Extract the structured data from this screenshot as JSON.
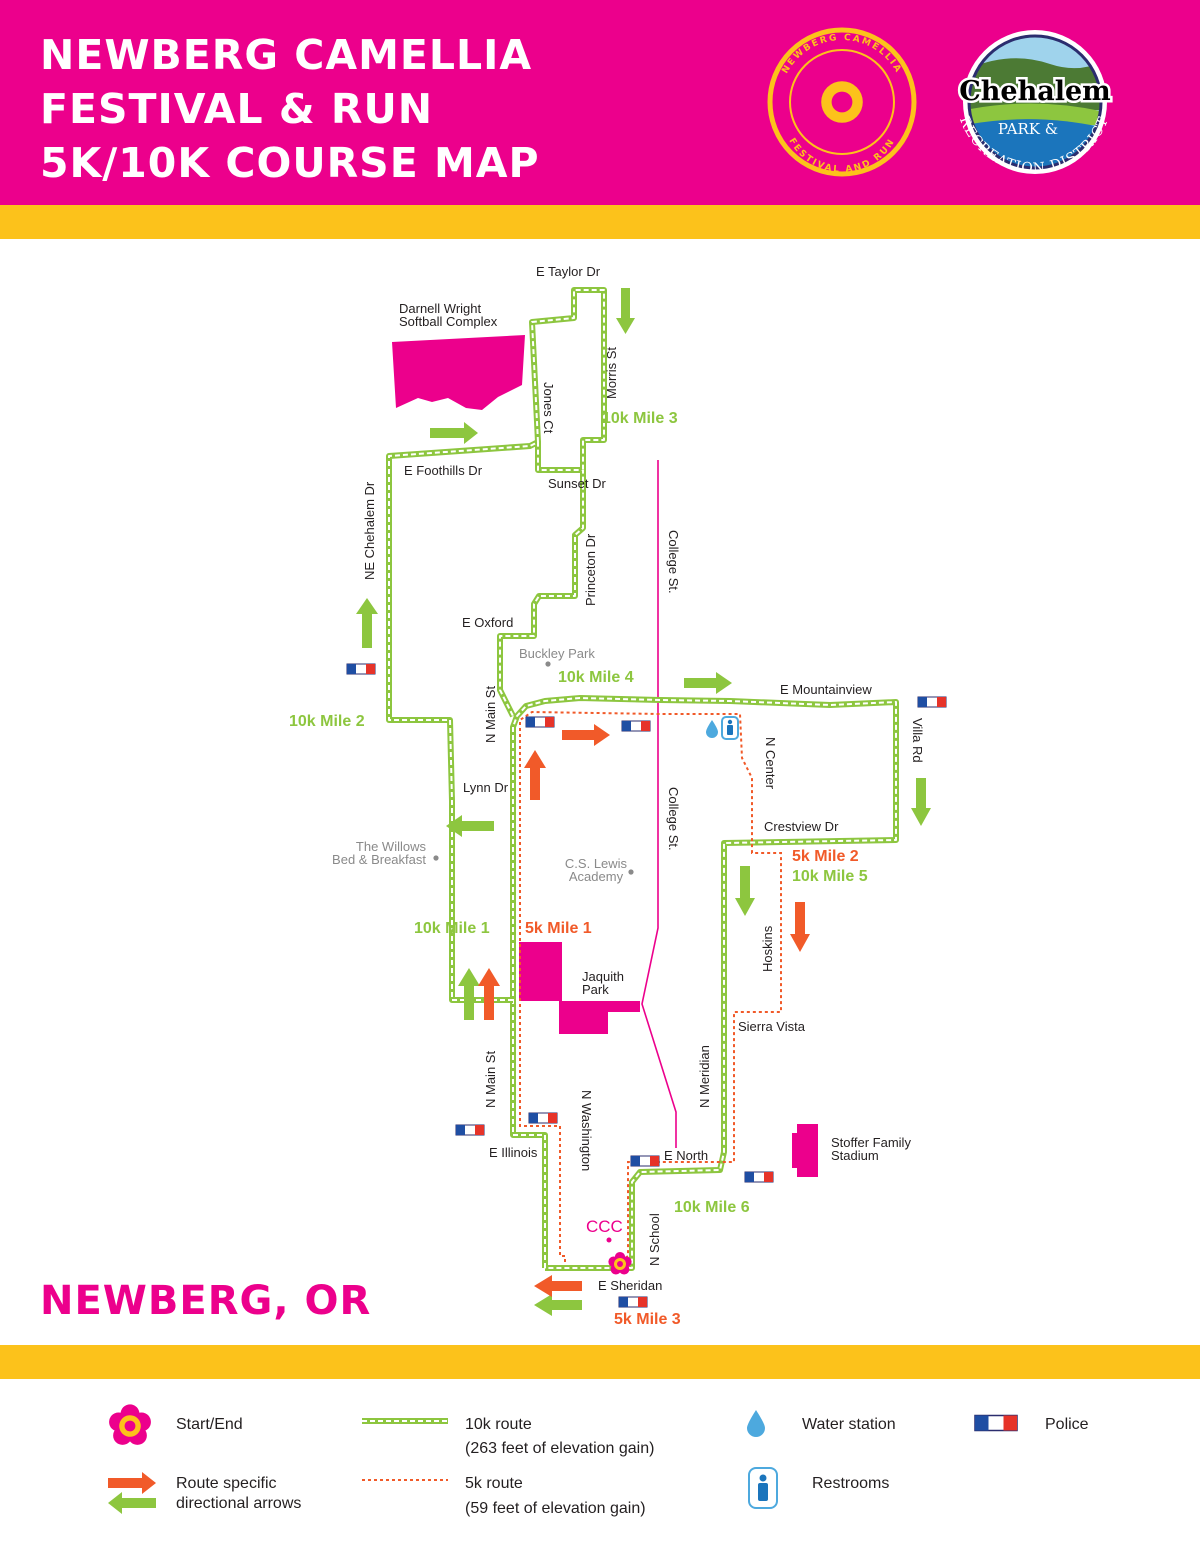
{
  "header": {
    "title_lines": [
      "NEWBERG CAMELLIA",
      "FESTIVAL & RUN",
      "5K/10K COURSE MAP"
    ],
    "logo_camellia": {
      "top_text": "NEWBERG CAMELLIA",
      "bottom_text": "FESTIVAL AND RUN"
    },
    "logo_chehalem": {
      "name": "Chehalem",
      "line2": "PARK &",
      "line3": "RECREATION DISTRICT"
    }
  },
  "map": {
    "streets": {
      "e_taylor": "E Taylor Dr",
      "morris": "Morris St",
      "jones": "Jones Ct",
      "foothills": "E Foothills Dr",
      "sunset": "Sunset Dr",
      "princeton": "Princeton Dr",
      "college_upper": "College St.",
      "college_lower": "College St.",
      "ne_chehalem": "NE Chehalem Dr",
      "e_oxford": "E Oxford",
      "n_main_upper": "N Main St",
      "n_main_lower": "N Main St",
      "mountainview": "E Mountainview",
      "villa": "Villa Rd",
      "n_center": "N Center",
      "lynn": "Lynn Dr",
      "crestview": "Crestview Dr",
      "hoskins": "Hoskins",
      "sierra_vista": "Sierra Vista",
      "n_meridian": "N Meridian",
      "n_washington": "N Washington",
      "e_illinois": "E Illinois",
      "e_north": "E North",
      "n_school": "N School",
      "e_sheridan": "E Sheridan"
    },
    "places": {
      "darnell_line1": "Darnell Wright",
      "darnell_line2": "Softball Complex",
      "buckley": "Buckley Park",
      "willows_line1": "The Willows",
      "willows_line2": "Bed & Breakfast",
      "cslewis_line1": "C.S. Lewis",
      "cslewis_line2": "Academy",
      "jaquith_line1": "Jaquith",
      "jaquith_line2": "Park",
      "stoffer_line1": "Stoffer Family",
      "stoffer_line2": "Stadium",
      "ccc": "CCC"
    },
    "mile_markers": {
      "m10k_1": "10k Mile 1",
      "m10k_2": "10k Mile 2",
      "m10k_3": "10k Mile 3",
      "m10k_4": "10k Mile 4",
      "m10k_5": "10k Mile 5",
      "m10k_6": "10k Mile 6",
      "m5k_1": "5k Mile 1",
      "m5k_2": "5k Mile 2",
      "m5k_3": "5k Mile 3"
    },
    "city": "NEWBERG, OR"
  },
  "legend": {
    "start_end": "Start/End",
    "arrows_line1": "Route specific",
    "arrows_line2": "directional arrows",
    "route10k_line1": "10k route",
    "route10k_line2": "(263 feet of elevation gain)",
    "route5k_line1": "5k route",
    "route5k_line2": "(59 feet of elevation gain)",
    "water": "Water station",
    "restrooms": "Restrooms",
    "police": "Police"
  },
  "colors": {
    "magenta": "#ec008c",
    "yellow": "#fcc21b",
    "green": "#8dc63f",
    "orange": "#f15a29",
    "gray": "#8a8a8a",
    "water_blue": "#4da9de"
  }
}
